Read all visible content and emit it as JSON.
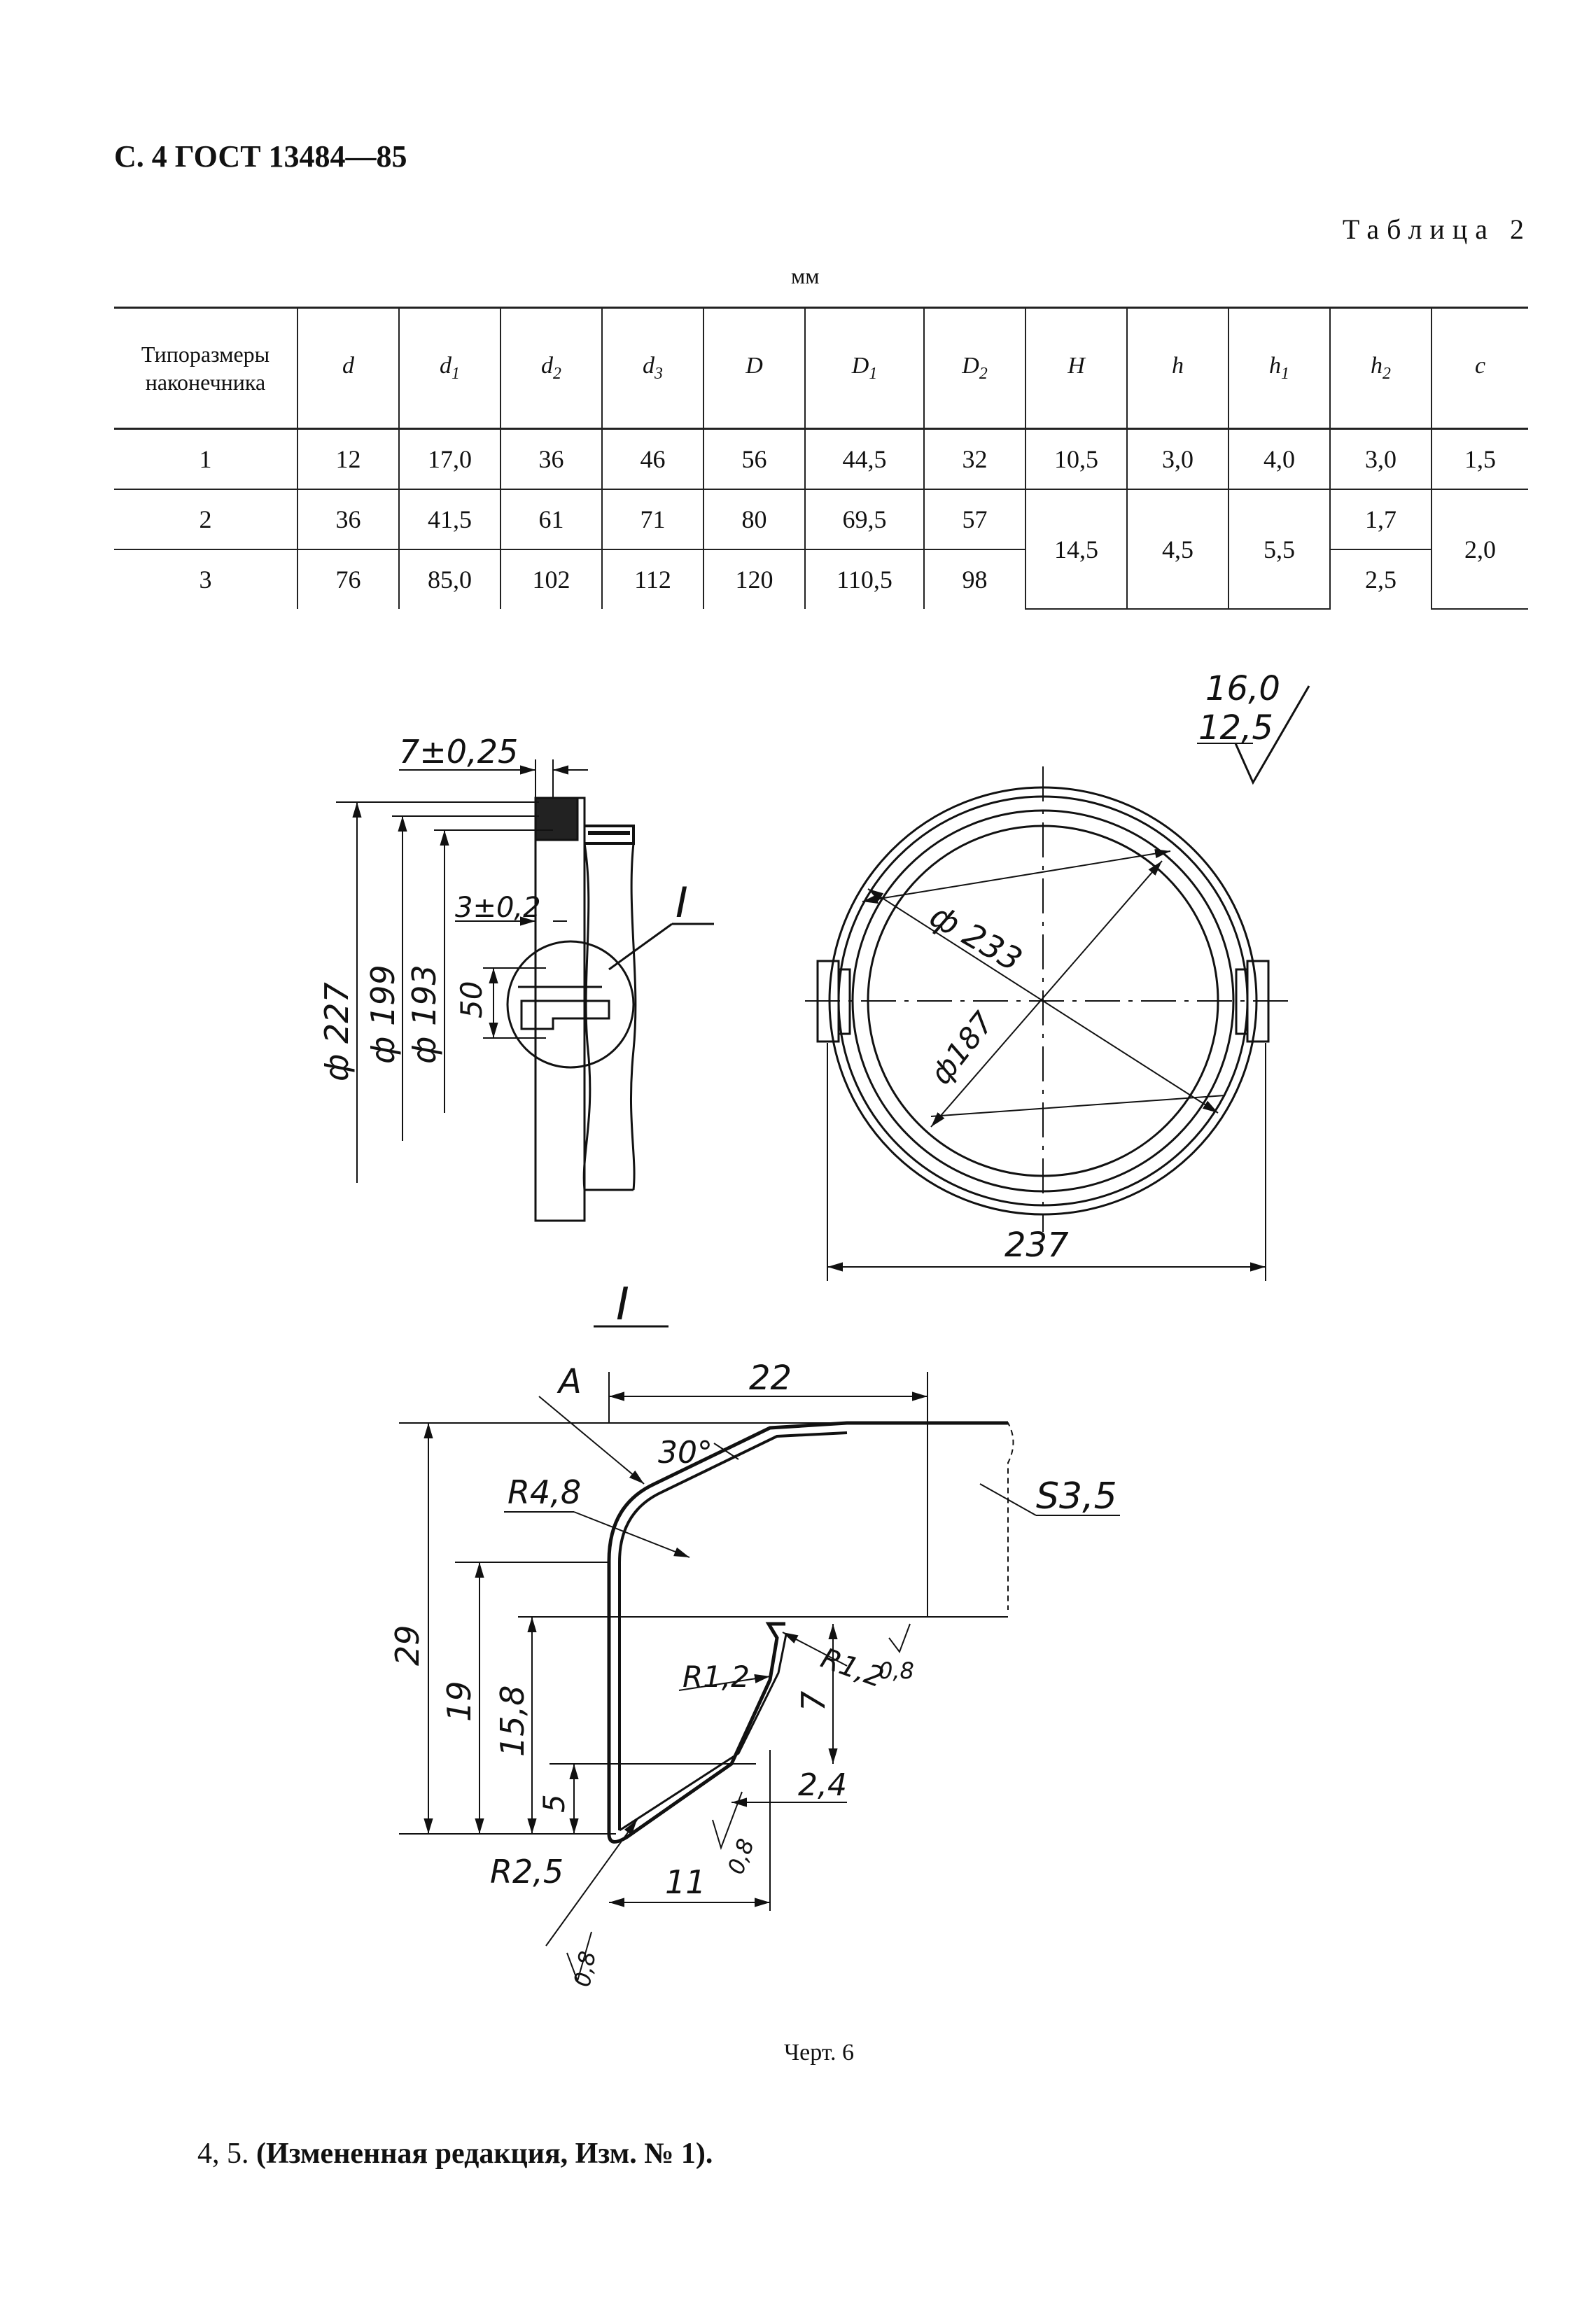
{
  "header": "С. 4 ГОСТ 13484—85",
  "table_label": "Таблица 2",
  "units": "мм",
  "table": {
    "col_first": "Типоразмеры наконечника",
    "columns": [
      {
        "base": "d",
        "sub": ""
      },
      {
        "base": "d",
        "sub": "1"
      },
      {
        "base": "d",
        "sub": "2"
      },
      {
        "base": "d",
        "sub": "3"
      },
      {
        "base": "D",
        "sub": ""
      },
      {
        "base": "D",
        "sub": "1"
      },
      {
        "base": "D",
        "sub": "2"
      },
      {
        "base": "H",
        "sub": ""
      },
      {
        "base": "h",
        "sub": ""
      },
      {
        "base": "h",
        "sub": "1"
      },
      {
        "base": "h",
        "sub": "2"
      },
      {
        "base": "c",
        "sub": ""
      }
    ],
    "rows": [
      [
        "1",
        "12",
        "17,0",
        "36",
        "46",
        "56",
        "44,5",
        "32",
        "10,5",
        "3,0",
        "4,0",
        "3,0",
        "1,5"
      ],
      [
        "2",
        "36",
        "41,5",
        "61",
        "71",
        "80",
        "69,5",
        "57",
        "1,7"
      ],
      [
        "3",
        "76",
        "85,0",
        "102",
        "112",
        "120",
        "110,5",
        "98",
        "2,5"
      ]
    ],
    "merged": {
      "H": "14,5",
      "h": "4,5",
      "h1": "5,5",
      "c": "2,0"
    }
  },
  "drawing": {
    "roughness_top": "16,0",
    "roughness_bottom": "12,5",
    "left_view": {
      "dim_width": "7±0,25",
      "dim_slot": "3±0,2",
      "dim_height": "50",
      "dia_227": "ф 227",
      "dia_199": "ф 199",
      "dia_193": "ф 193",
      "detail_label": "I"
    },
    "circle_view": {
      "dia_233": "ф 233",
      "dia_187": "ф187",
      "width_237": "237"
    },
    "detail": {
      "title": "I",
      "label_a": "А",
      "dim_22": "22",
      "angle_30": "30°",
      "r_48": "R4,8",
      "s_35": "S3,5",
      "r_12a": "R1,2",
      "r_12b": "R1,2",
      "val_08a": "0,8",
      "dim_29": "29",
      "dim_19": "19",
      "dim_158": "15,8",
      "dim_7": "7",
      "dim_5": "5",
      "dim_24": "2,4",
      "r_25": "R2,5",
      "dim_11": "11",
      "val_08b": "0,8",
      "val_08c": "0,8"
    }
  },
  "caption": "Черт. 6",
  "footer": {
    "prefix": "4, 5. ",
    "text": "(Измененная редакция, Изм. № 1)."
  }
}
